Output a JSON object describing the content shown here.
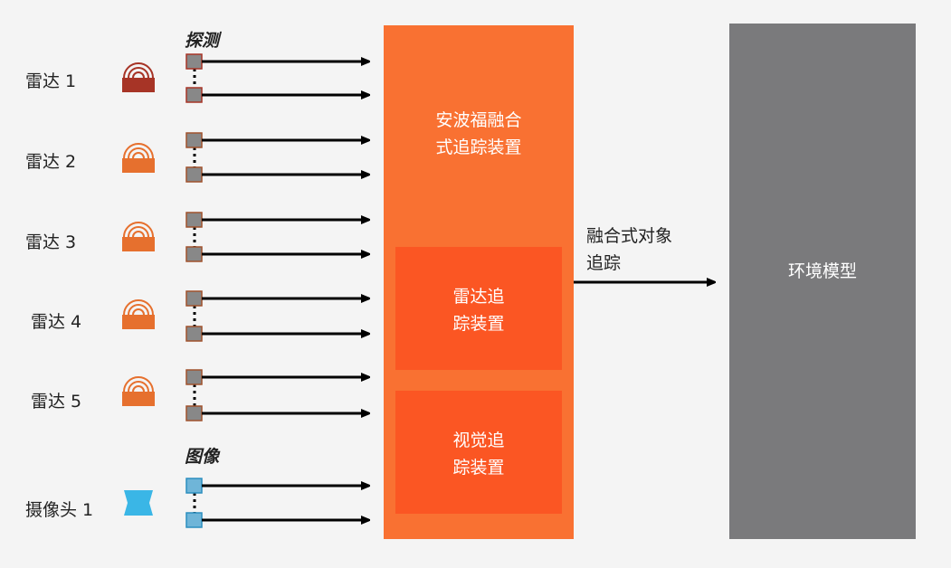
{
  "colors": {
    "background": "#f4f4f4",
    "fusion_box": "#f97132",
    "sub_box": "#fb5623",
    "env_box": "#7a7a7c",
    "radar_dark": "#a73426",
    "radar_orange": "#e6702e",
    "camera_blue": "#3ab6e6",
    "port_gray": "#888888",
    "port_blue": "#6fb5d8"
  },
  "sections": {
    "detection": "探测",
    "image": "图像"
  },
  "sensors": [
    {
      "label": "雷达 1",
      "icon": "radar-icon",
      "variant": "dark"
    },
    {
      "label": "雷达 2",
      "icon": "radar-icon",
      "variant": "orange"
    },
    {
      "label": "雷达 3",
      "icon": "radar-icon",
      "variant": "orange"
    },
    {
      "label": "雷达 4",
      "icon": "radar-icon",
      "variant": "orange"
    },
    {
      "label": "雷达 5",
      "icon": "radar-icon",
      "variant": "orange"
    },
    {
      "label": "摄像头 1",
      "icon": "camera-icon",
      "variant": "blue"
    }
  ],
  "fusion_box": {
    "title": [
      "安波福融合",
      "式追踪装置"
    ],
    "radar_tracker": [
      "雷达追",
      "踪装置"
    ],
    "vision_tracker": [
      "视觉追",
      "踪装置"
    ]
  },
  "output_edge": {
    "label": [
      "融合式对象",
      "追踪"
    ]
  },
  "environment": {
    "label": "环境模型"
  }
}
